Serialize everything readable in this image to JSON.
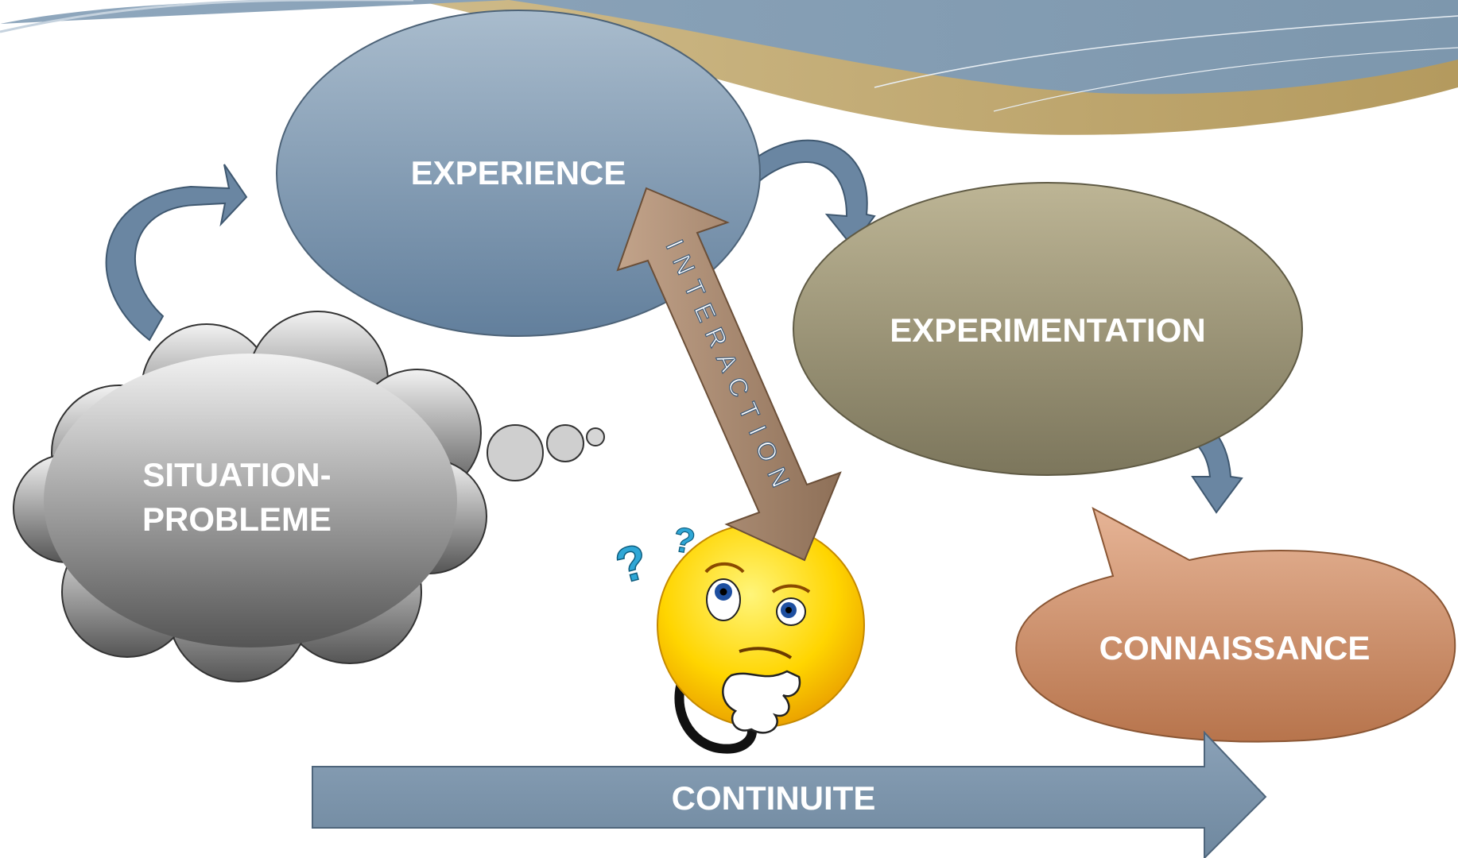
{
  "nodes": {
    "experience": "EXPERIENCE",
    "experimentation": "EXPERIMENTATION",
    "situation_line1": "SITUATION-",
    "situation_line2": "PROBLEME",
    "connaissance": "CONNAISSANCE"
  },
  "arrows": {
    "interaction": "INTERACTION",
    "continuite": "CONTINUITE"
  },
  "colors": {
    "experience": "#7a93ab",
    "experimentation": "#8f8a6c",
    "connaissance": "#c98a60",
    "situation_cloud": "#8c8c8c",
    "interaction_arrow": "#a98b72",
    "continuite_arrow": "#7d95ad",
    "curved_arrows": "#6a86a2",
    "smiley": "#f6c800"
  },
  "icons": {
    "thinking_face": "thinking-face-icon",
    "question_marks": "question-mark-icon"
  }
}
